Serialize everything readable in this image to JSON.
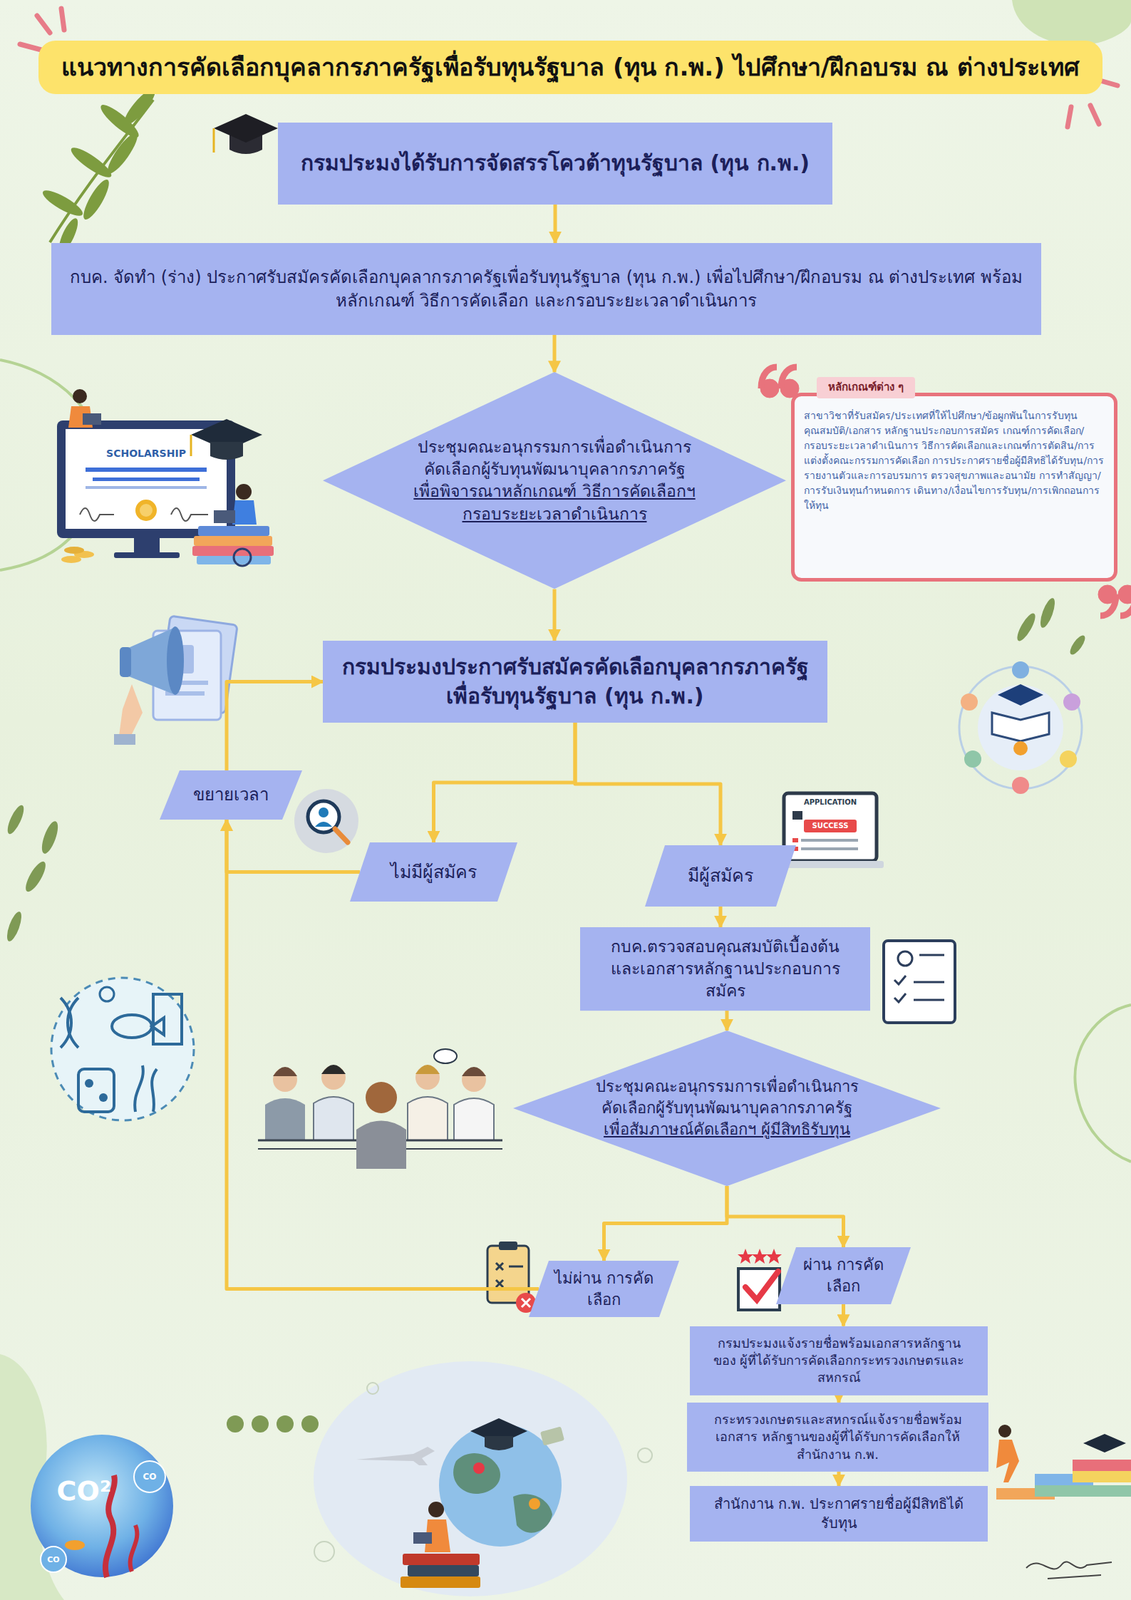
{
  "diagram": {
    "title": "แนวทางการคัดเลือกบุคลากรภาครัฐเพื่อรับทุนรัฐบาล (ทุน ก.พ.) ไปศึกษา/ฝึกอบรม ณ ต่างประเทศ",
    "nodes": [
      {
        "text": [
          "กรมประมงได้รับการจัดสรรโควต้าทุนรัฐบาล (ทุน ก.พ.)"
        ]
      },
      {
        "text": [
          "กบค. จัดทำ (ร่าง) ประกาศรับสมัครคัดเลือกบุคลากรภาครัฐเพื่อรับทุนรัฐบาล (ทุน ก.พ.) เพื่อไปศึกษา/ฝึกอบรม ณ ต่างประเทศ พร้อมหลักเกณฑ์ วิธีการคัดเลือก และกรอบระยะเวลาดำเนินการ"
        ]
      },
      {
        "text": [
          "ประชุมคณะอนุกรรมการเพื่อดำเนินการ คัดเลือกผู้รับทุนพัฒนาบุคลากรภาครัฐ",
          "เพื่อพิจารณาหลักเกณฑ์ วิธีการคัดเลือกฯ กรอบระยะเวลาดำเนินการ"
        ]
      },
      {
        "text": [
          "หลักเกณฑ์ต่าง ๆ",
          "สาขาวิชาที่รับสมัคร/ประเทศที่ให้ไปศึกษา/ข้อผูกพันในการรับทุน คุณสมบัติ/เอกสาร หลักฐานประกอบการสมัคร เกณฑ์การคัดเลือก/กรอบระยะเวลาดำเนินการ วิธีการคัดเลือกและเกณฑ์การตัดสิน/การแต่งตั้งคณะกรรมการคัดเลือก การประกาศรายชื่อผู้มีสิทธิได้รับทุน/การรายงานตัวและการอบรมการ ตรวจสุขภาพและอนามัย การทำสัญญา/การรับเงินทุนกำหนดการ เดินทาง/เงื่อนไขการรับทุน/การเพิกถอนการให้ทุน"
        ]
      },
      {
        "text": [
          "กรมประมงประกาศรับสมัครคัดเลือกบุคลากรภาครัฐ เพื่อรับทุนรัฐบาล (ทุน ก.พ.)"
        ]
      },
      {
        "text": [
          "ขยายเวลา"
        ]
      },
      {
        "text": [
          "ไม่มีผู้สมัคร"
        ]
      },
      {
        "text": [
          "มีผู้สมัคร"
        ]
      },
      {
        "text": [
          "กบค.ตรวจสอบคุณสมบัติเบื้องต้น และเอกสารหลักฐานประกอบการสมัคร"
        ]
      },
      {
        "text": [
          "ประชุมคณะอนุกรรมการเพื่อดำเนินการ คัดเลือกผู้รับทุนพัฒนาบุคลากรภาครัฐ",
          "เพื่อสัมภาษณ์คัดเลือกฯ ผู้มีสิทธิรับทุน"
        ]
      },
      {
        "text": [
          "ไม่ผ่าน การคัดเลือก"
        ]
      },
      {
        "text": [
          "ผ่าน การคัดเลือก"
        ]
      },
      {
        "text": [
          "กรมประมงแจ้งรายชื่อพร้อมเอกสารหลักฐานของ ผู้ที่ได้รับการคัดเลือกกระทรวงเกษตรและสหกรณ์"
        ]
      },
      {
        "text": [
          "กระทรวงเกษตรและสหกรณ์แจ้งรายชื่อพร้อมเอกสาร หลักฐานของผู้ที่ได้รับการคัดเลือกให้สำนักงาน ก.พ."
        ]
      },
      {
        "text": [
          "สำนักงาน ก.พ. ประกาศรายชื่อผู้มีสิทธิได้รับทุน"
        ]
      }
    ],
    "edges": [
      {
        "from": 0,
        "to": 1,
        "arrow": "to"
      },
      {
        "from": 1,
        "to": 2,
        "arrow": "to"
      },
      {
        "from": 2,
        "to": 4,
        "arrow": "to"
      },
      {
        "from": 4,
        "to": 6,
        "arrow": "to"
      },
      {
        "from": 4,
        "to": 7,
        "arrow": "to"
      },
      {
        "from": 6,
        "to": 5,
        "arrow": "to"
      },
      {
        "from": 10,
        "to": 5,
        "arrow": "to"
      },
      {
        "from": 5,
        "to": 4,
        "arrow": "to"
      },
      {
        "from": 7,
        "to": 8,
        "arrow": "to"
      },
      {
        "from": 8,
        "to": 9,
        "arrow": "to"
      },
      {
        "from": 9,
        "to": 10,
        "arrow": "to"
      },
      {
        "from": 9,
        "to": 11,
        "arrow": "to"
      },
      {
        "from": 11,
        "to": 12,
        "arrow": "to"
      },
      {
        "from": 12,
        "to": 13,
        "arrow": "to"
      },
      {
        "from": 13,
        "to": 14,
        "arrow": "to"
      }
    ],
    "labels": [
      "SCHOLARSHIP",
      "APPLICATION",
      "SUCCESS",
      "CO²",
      "CO",
      "CO"
    ]
  }
}
